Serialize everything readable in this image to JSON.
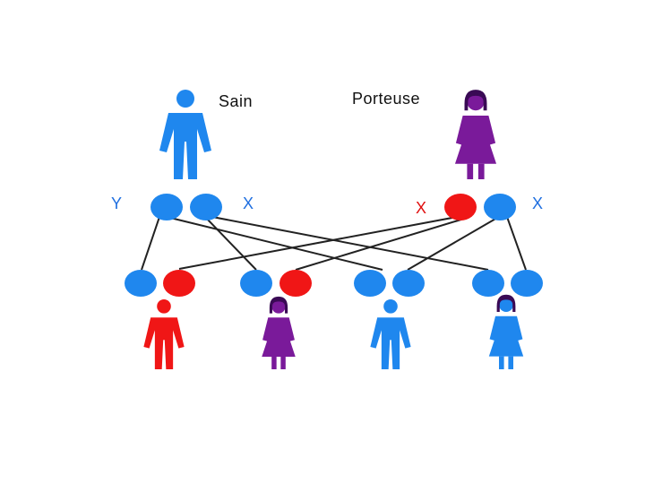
{
  "labels": {
    "father": "Sain",
    "mother": "Porteuse",
    "father_y": "Y",
    "father_x": "X",
    "mother_x_affected": "X",
    "mother_x_normal": "X"
  },
  "colors": {
    "normal": "#1f87ee",
    "affected": "#f01616",
    "carrier": "#7a1a9a",
    "line": "#222222",
    "label_blue": "#1f6fe0",
    "label_red": "#e01010"
  },
  "people": {
    "father": {
      "sex": "male",
      "status": "normal"
    },
    "mother": {
      "sex": "female",
      "status": "carrier"
    },
    "child1": {
      "sex": "male",
      "status": "affected"
    },
    "child2": {
      "sex": "female",
      "status": "carrier"
    },
    "child3": {
      "sex": "male",
      "status": "normal"
    },
    "child4": {
      "sex": "female",
      "status": "normal"
    }
  },
  "chromosomes": {
    "father": [
      "normal",
      "normal"
    ],
    "mother": [
      "affected",
      "normal"
    ],
    "child1": [
      "normal",
      "affected"
    ],
    "child2": [
      "normal",
      "affected"
    ],
    "child3": [
      "normal",
      "normal"
    ],
    "child4": [
      "normal",
      "normal"
    ]
  }
}
